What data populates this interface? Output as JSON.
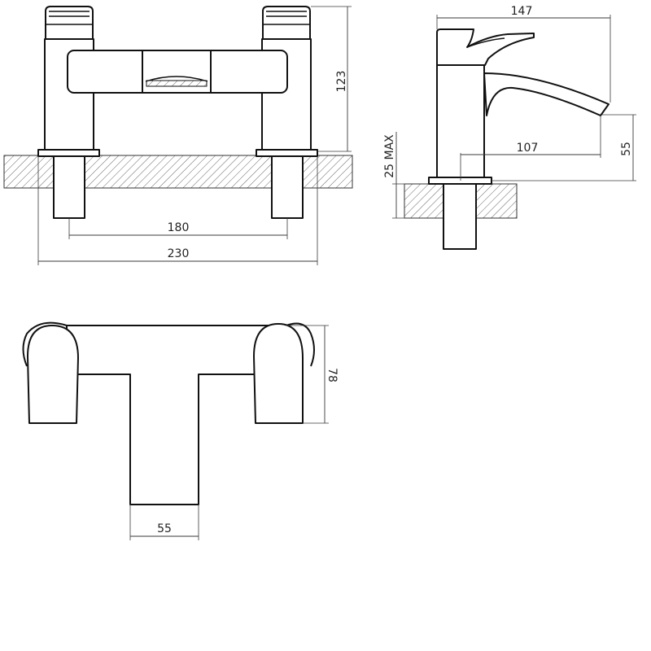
{
  "colors": {
    "line": "#111111",
    "dimension": "#3a3a3a",
    "hatch": "#555555",
    "background": "#ffffff"
  },
  "front_view": {
    "dimensions": {
      "height": "123",
      "tap_centres": "180",
      "overall_width": "230"
    }
  },
  "side_view": {
    "dimensions": {
      "depth": "147",
      "spout_reach": "107",
      "spout_height": "55",
      "deck_thickness": "25 MAX"
    }
  },
  "top_view": {
    "dimensions": {
      "depth": "78",
      "spout_width": "55"
    }
  }
}
